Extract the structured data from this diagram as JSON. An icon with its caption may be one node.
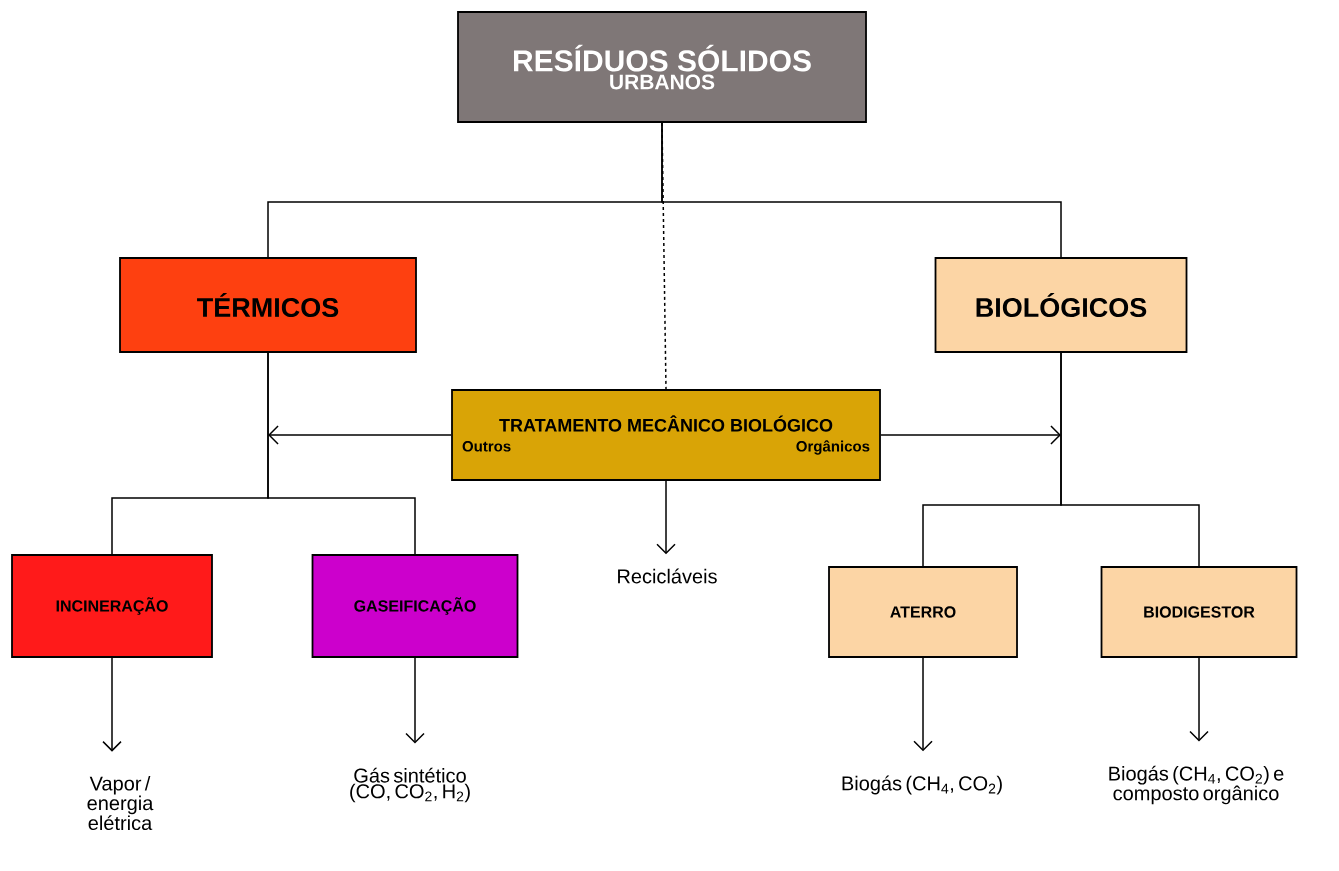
{
  "diagram": {
    "nodes": [
      {
        "text": [
          "RESÍDUOS SÓLIDOS",
          "URBANOS"
        ]
      },
      {
        "text": [
          "TÉRMICOS"
        ]
      },
      {
        "text": [
          "BIOLÓGICOS"
        ]
      },
      {
        "text": [
          "TRATAMENTO MECÂNICO BIOLÓGICO",
          "Outros",
          "Orgânicos"
        ]
      },
      {
        "text": [
          "INCINERAÇÃO"
        ]
      },
      {
        "text": [
          "GASEIFICAÇÃO"
        ]
      },
      {
        "text": [
          "Recicláveis"
        ]
      },
      {
        "text": [
          "ATERRO"
        ]
      },
      {
        "text": [
          "BIODIGESTOR"
        ]
      },
      {
        "text": [
          "Vapor / energia elétrica"
        ]
      },
      {
        "text": [
          "Gás sintético (CO, CO$_{2}$, H$_{2}$)"
        ]
      },
      {
        "text": [
          "Biogás (CH$_{4}$, CO$_{2}$)"
        ]
      },
      {
        "text": [
          "Biogás (CH$_{4}$, CO$_{2}$) e composto orgânico"
        ]
      }
    ],
    "edges": [
      {
        "from": 0,
        "to": 1,
        "arrow": "none"
      },
      {
        "from": 0,
        "to": 2,
        "arrow": "none"
      },
      {
        "from": 0,
        "to": 3,
        "arrow": "none",
        "style": "dashed"
      },
      {
        "from": 1,
        "to": 4,
        "arrow": "none"
      },
      {
        "from": 1,
        "to": 5,
        "arrow": "none"
      },
      {
        "from": 2,
        "to": 7,
        "arrow": "none"
      },
      {
        "from": 2,
        "to": 8,
        "arrow": "none"
      },
      {
        "from": 3,
        "to": 1,
        "arrow": "to"
      },
      {
        "from": 3,
        "to": 2,
        "arrow": "to"
      },
      {
        "from": 3,
        "to": 6,
        "arrow": "to"
      },
      {
        "from": 4,
        "to": 9,
        "arrow": "to"
      },
      {
        "from": 5,
        "to": 10,
        "arrow": "to"
      },
      {
        "from": 7,
        "to": 11,
        "arrow": "to"
      },
      {
        "from": 8,
        "to": 12,
        "arrow": "to"
      }
    ]
  }
}
